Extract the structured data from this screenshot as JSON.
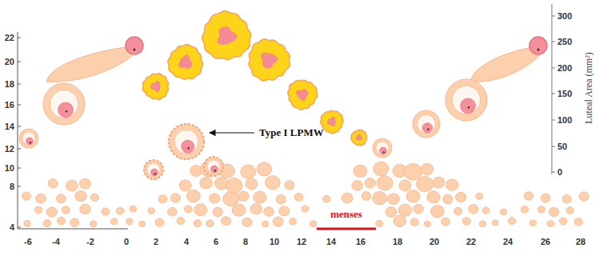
{
  "diagram": {
    "labels": [
      "22",
      "20",
      "18",
      "16",
      "14",
      "12",
      "10",
      "8",
      "4",
      "300",
      "250",
      "200",
      "150",
      "100",
      "50",
      "0",
      "Luteal Area (mm²)",
      "-6",
      "-4",
      "-2",
      "0",
      "2",
      "4",
      "6",
      "8",
      "10",
      "12",
      "14",
      "16",
      "18",
      "20",
      "22",
      "24",
      "26",
      "28",
      "Type I LPMW",
      "menses"
    ]
  }
}
